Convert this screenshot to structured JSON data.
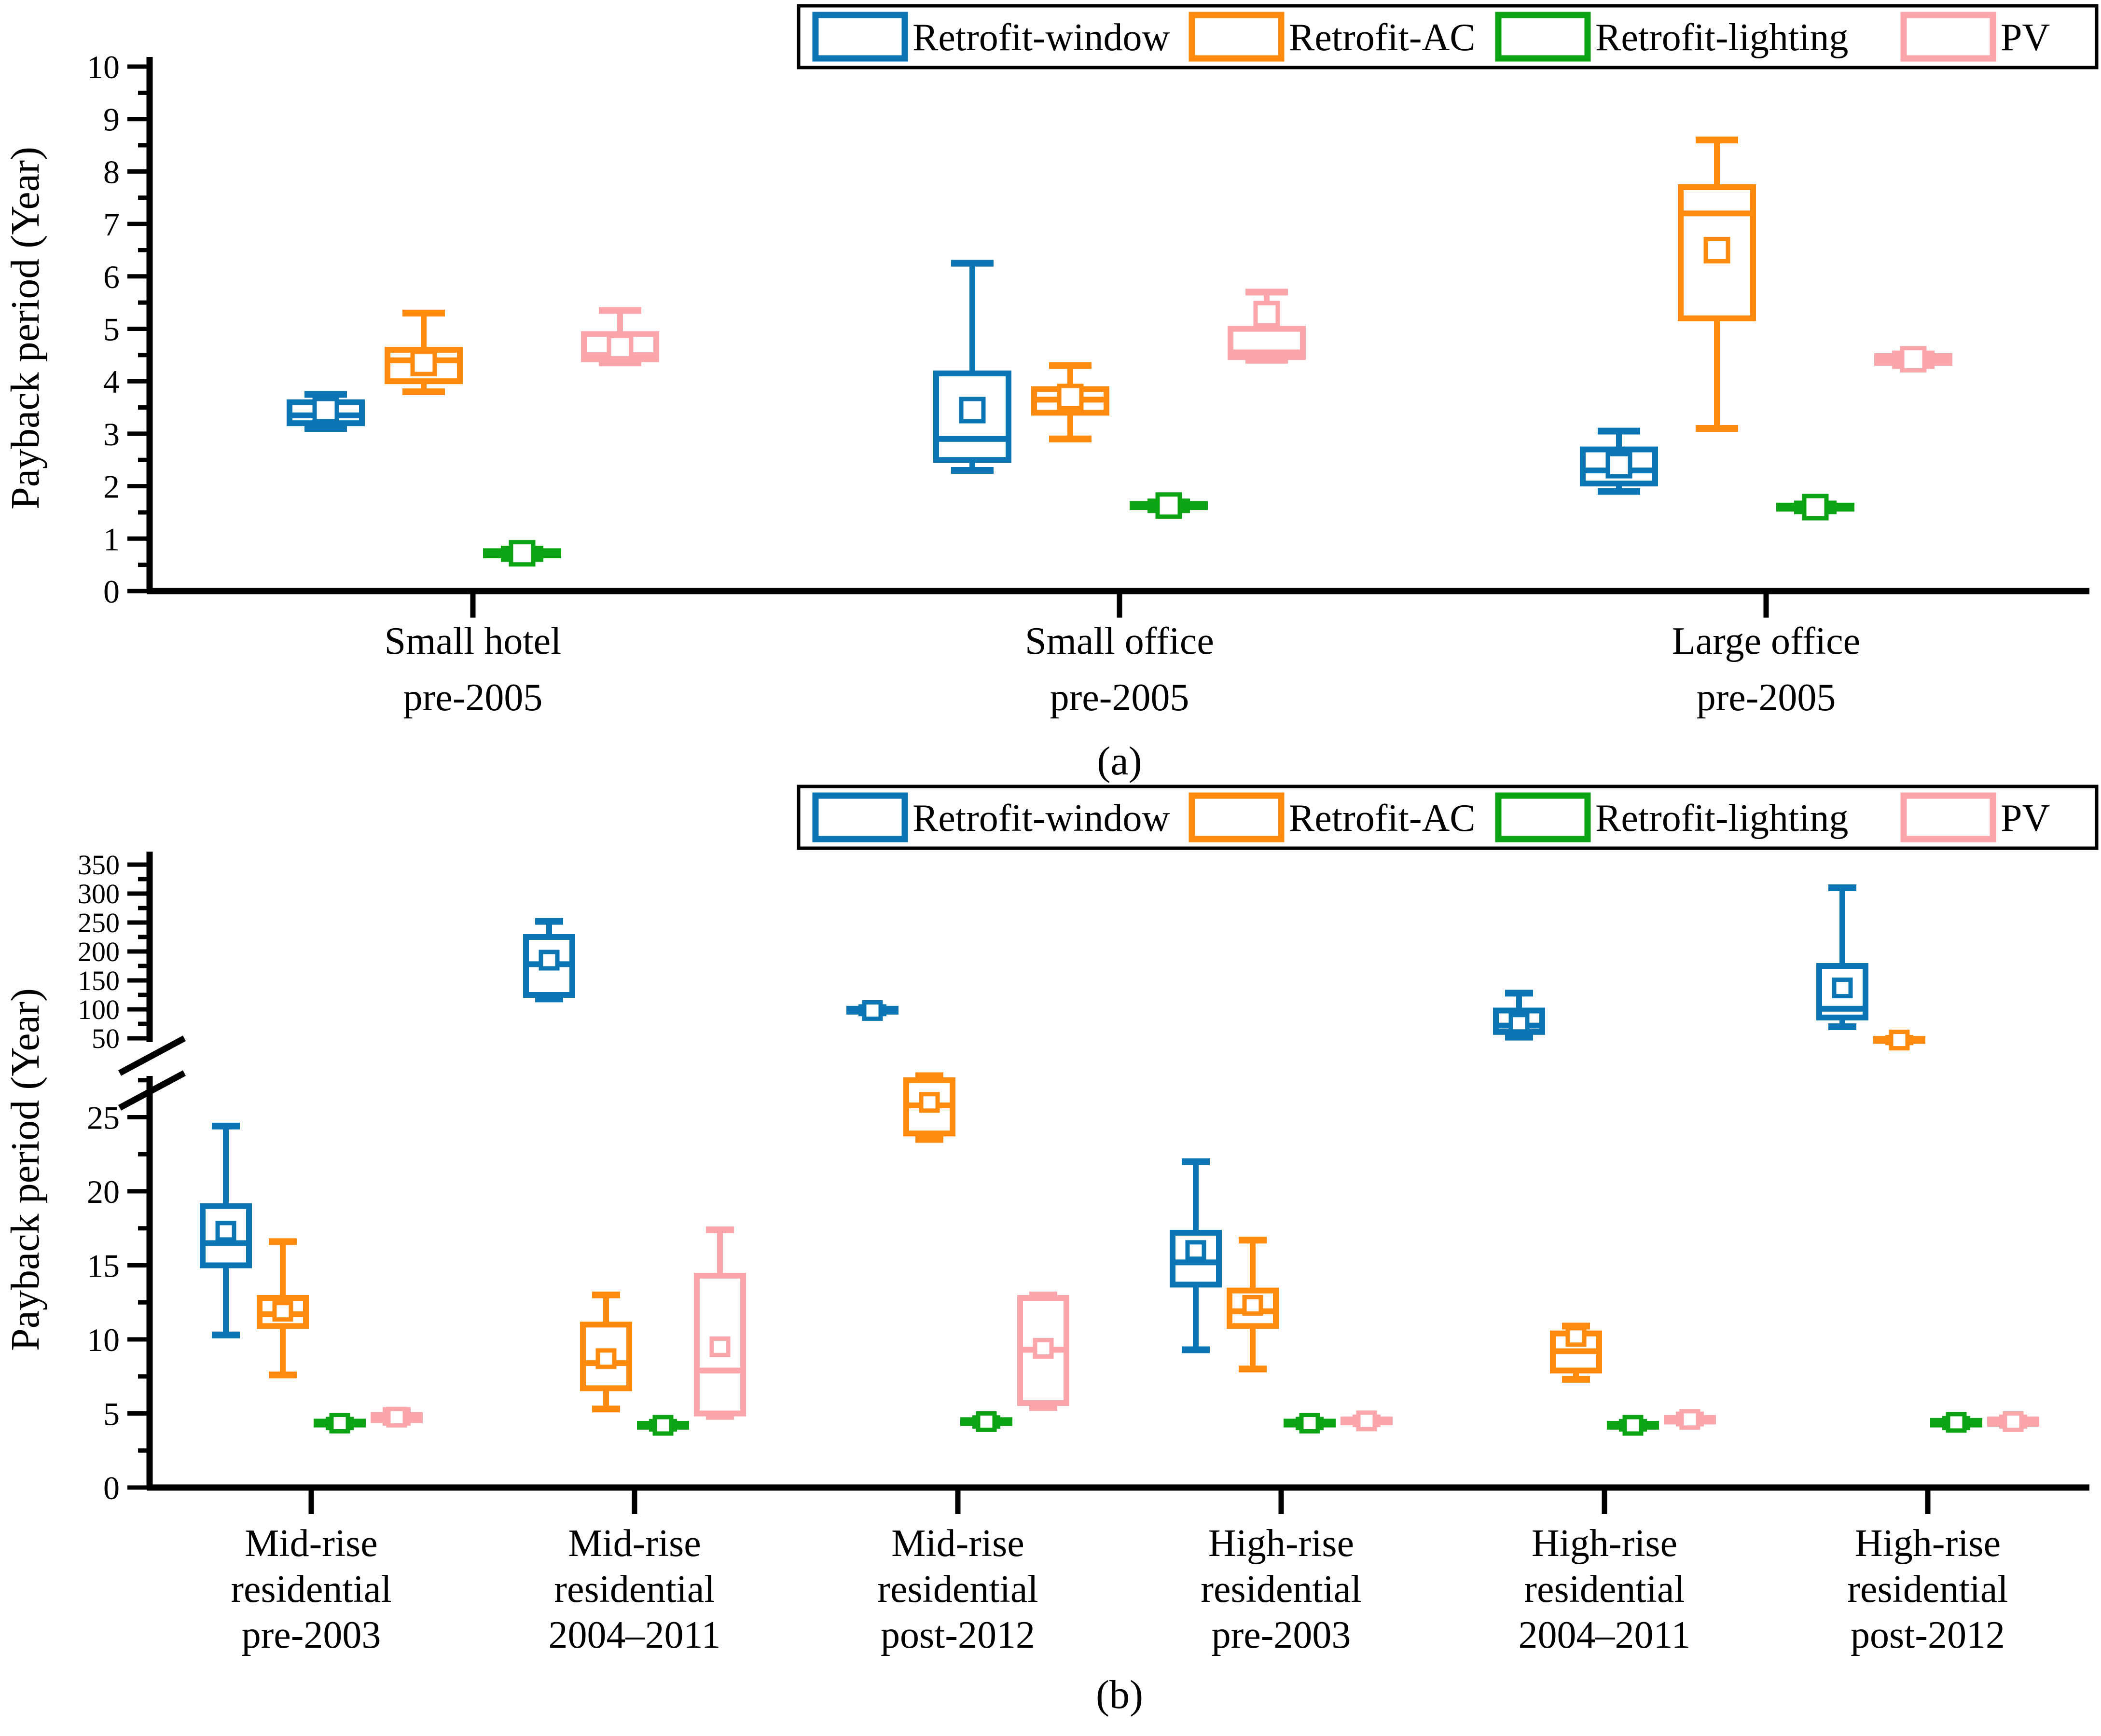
{
  "colors": {
    "window": "#0C76B4",
    "ac": "#FF8A0D",
    "lighting": "#0CA314",
    "pv": "#FBA6AA",
    "axis": "#000000",
    "background": "#FFFFFF"
  },
  "legend": {
    "items": [
      {
        "label": "Retrofit-window",
        "color_key": "window"
      },
      {
        "label": "Retrofit-AC",
        "color_key": "ac"
      },
      {
        "label": "Retrofit-lighting",
        "color_key": "lighting"
      },
      {
        "label": "PV",
        "color_key": "pv"
      }
    ],
    "position": "top"
  },
  "chart_data": [
    {
      "type": "box",
      "panel": "a",
      "caption": "(a)",
      "ylabel": "Payback period (Year)",
      "ylim": [
        0,
        10
      ],
      "yticks": [
        0,
        1,
        2,
        3,
        4,
        5,
        6,
        7,
        8,
        9,
        10
      ],
      "minor_step": 0.5,
      "grid": false,
      "legend_position": "top",
      "categories": [
        [
          "Small hotel",
          "pre-2005"
        ],
        [
          "Small office",
          "pre-2005"
        ],
        [
          "Large office",
          "pre-2005"
        ]
      ],
      "series": [
        {
          "name": "Retrofit-window",
          "key": "window",
          "boxes": [
            {
              "min": 3.1,
              "q1": 3.2,
              "med": 3.35,
              "q3": 3.6,
              "max": 3.75,
              "mean": 3.45
            },
            {
              "min": 2.3,
              "q1": 2.5,
              "med": 2.9,
              "q3": 4.15,
              "max": 6.25,
              "mean": 3.45
            },
            {
              "min": 1.9,
              "q1": 2.05,
              "med": 2.3,
              "q3": 2.7,
              "max": 3.05,
              "mean": 2.4
            }
          ]
        },
        {
          "name": "Retrofit-AC",
          "key": "ac",
          "boxes": [
            {
              "min": 3.8,
              "q1": 4.0,
              "med": 4.4,
              "q3": 4.6,
              "max": 5.3,
              "mean": 4.35
            },
            {
              "min": 2.9,
              "q1": 3.4,
              "med": 3.65,
              "q3": 3.85,
              "max": 4.3,
              "mean": 3.7
            },
            {
              "min": 3.1,
              "q1": 5.2,
              "med": 7.2,
              "q3": 7.7,
              "max": 8.6,
              "mean": 6.5
            }
          ]
        },
        {
          "name": "Retrofit-lighting",
          "key": "lighting",
          "boxes": [
            {
              "min": 0.62,
              "q1": 0.68,
              "med": 0.72,
              "q3": 0.76,
              "max": 0.8,
              "mean": 0.72
            },
            {
              "min": 1.55,
              "q1": 1.6,
              "med": 1.63,
              "q3": 1.66,
              "max": 1.7,
              "mean": 1.63
            },
            {
              "min": 1.53,
              "q1": 1.57,
              "med": 1.6,
              "q3": 1.63,
              "max": 1.66,
              "mean": 1.6
            }
          ]
        },
        {
          "name": "PV",
          "key": "pv",
          "boxes": [
            {
              "min": 4.35,
              "q1": 4.42,
              "med": 4.5,
              "q3": 4.9,
              "max": 5.35,
              "mean": 4.65
            },
            {
              "min": 4.4,
              "q1": 4.46,
              "med": 4.55,
              "q3": 5.0,
              "max": 5.7,
              "mean": 5.28
            },
            {
              "min": 4.3,
              "q1": 4.35,
              "med": 4.42,
              "q3": 4.48,
              "max": 4.52,
              "mean": 4.42
            }
          ]
        }
      ]
    },
    {
      "type": "box",
      "panel": "b",
      "caption": "(b)",
      "ylabel": "Payback period (Year)",
      "axis_break": {
        "lower_range": [
          0,
          27
        ],
        "upper_range": [
          50,
          350
        ],
        "lower_ticks": [
          0,
          5,
          10,
          15,
          20,
          25
        ],
        "lower_minor_step": 2.5,
        "upper_ticks": [
          50,
          100,
          150,
          200,
          250,
          300,
          350
        ],
        "upper_minor_step": 25
      },
      "grid": false,
      "legend_position": "top",
      "categories": [
        [
          "Mid-rise",
          "residential",
          "pre-2003"
        ],
        [
          "Mid-rise",
          "residential",
          "2004–2011"
        ],
        [
          "Mid-rise",
          "residential",
          "post-2012"
        ],
        [
          "High-rise",
          "residential",
          "pre-2003"
        ],
        [
          "High-rise",
          "residential",
          "2004–2011"
        ],
        [
          "High-rise",
          "residential",
          "post-2012"
        ]
      ],
      "series": [
        {
          "name": "Retrofit-window",
          "key": "window",
          "boxes": [
            {
              "min": 10.3,
              "q1": 15.0,
              "med": 16.5,
              "q3": 19.0,
              "max": 24.4,
              "mean": 17.3
            },
            {
              "min": 118,
              "q1": 125,
              "med": 178,
              "q3": 225,
              "max": 252,
              "mean": 185
            },
            {
              "min": 94,
              "q1": 96,
              "med": 98,
              "q3": 101,
              "max": 103,
              "mean": 98
            },
            {
              "min": 9.3,
              "q1": 13.7,
              "med": 15.2,
              "q3": 17.2,
              "max": 22.0,
              "mean": 16.0
            },
            {
              "min": 52,
              "q1": 61,
              "med": 72,
              "q3": 98,
              "max": 128,
              "mean": 76
            },
            {
              "min": 70,
              "q1": 86,
              "med": 101,
              "q3": 175,
              "max": 310,
              "mean": 137
            }
          ]
        },
        {
          "name": "Retrofit-AC",
          "key": "ac",
          "boxes": [
            {
              "min": 7.6,
              "q1": 10.9,
              "med": 11.7,
              "q3": 12.8,
              "max": 16.6,
              "mean": 11.9
            },
            {
              "min": 5.3,
              "q1": 6.7,
              "med": 8.4,
              "q3": 11.0,
              "max": 13.0,
              "mean": 8.7
            },
            {
              "min": 23.5,
              "q1": 23.9,
              "med": 25.8,
              "q3": 27.5,
              "max": 27.8,
              "mean": 26.0
            },
            {
              "min": 8.0,
              "q1": 10.9,
              "med": 11.9,
              "q3": 13.3,
              "max": 16.7,
              "mean": 12.3
            },
            {
              "min": 7.3,
              "q1": 7.9,
              "med": 9.2,
              "q3": 10.4,
              "max": 10.9,
              "mean": 10.2
            },
            {
              "min": 44,
              "q1": 45.5,
              "med": 47.5,
              "q3": 49,
              "max": 50,
              "mean": 47
            }
          ]
        },
        {
          "name": "Retrofit-lighting",
          "key": "lighting",
          "boxes": [
            {
              "min": 4.1,
              "q1": 4.25,
              "med": 4.35,
              "q3": 4.45,
              "max": 4.55,
              "mean": 4.35
            },
            {
              "min": 4.0,
              "q1": 4.1,
              "med": 4.2,
              "q3": 4.3,
              "max": 4.4,
              "mean": 4.2
            },
            {
              "min": 4.2,
              "q1": 4.35,
              "med": 4.45,
              "q3": 4.55,
              "max": 4.65,
              "mean": 4.45
            },
            {
              "min": 4.1,
              "q1": 4.25,
              "med": 4.35,
              "q3": 4.45,
              "max": 4.55,
              "mean": 4.35
            },
            {
              "min": 4.0,
              "q1": 4.1,
              "med": 4.2,
              "q3": 4.3,
              "max": 4.4,
              "mean": 4.2
            },
            {
              "min": 4.1,
              "q1": 4.25,
              "med": 4.4,
              "q3": 4.5,
              "max": 4.6,
              "mean": 4.4
            }
          ]
        },
        {
          "name": "PV",
          "key": "pv",
          "boxes": [
            {
              "min": 4.4,
              "q1": 4.55,
              "med": 4.7,
              "q3": 4.9,
              "max": 5.2,
              "mean": 4.75
            },
            {
              "min": 4.8,
              "q1": 5.0,
              "med": 7.9,
              "q3": 14.3,
              "max": 17.4,
              "mean": 9.5
            },
            {
              "min": 5.4,
              "q1": 5.7,
              "med": 9.3,
              "q3": 12.8,
              "max": 13.0,
              "mean": 9.4
            },
            {
              "min": 4.3,
              "q1": 4.4,
              "med": 4.5,
              "q3": 4.6,
              "max": 4.7,
              "mean": 4.5
            },
            {
              "min": 4.35,
              "q1": 4.45,
              "med": 4.55,
              "q3": 4.7,
              "max": 4.9,
              "mean": 4.6
            },
            {
              "min": 4.2,
              "q1": 4.3,
              "med": 4.45,
              "q3": 4.6,
              "max": 4.7,
              "mean": 4.45
            }
          ]
        }
      ]
    }
  ]
}
